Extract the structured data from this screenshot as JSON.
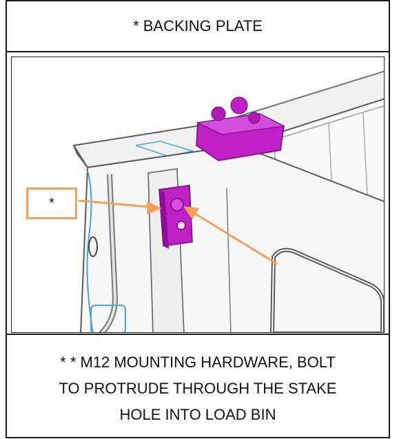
{
  "header": {
    "title": "* BACKING PLATE"
  },
  "callout": {
    "label": "*"
  },
  "footer": {
    "lines": [
      "* * M12 MOUNTING HARDWARE, BOLT",
      "TO PROTRUDE THROUGH THE STAKE",
      "HOLE INTO LOAD BIN"
    ]
  },
  "colors": {
    "arrow": "#f4a057",
    "hardware": "#c020c8",
    "outline": "#5a5a5a",
    "wire": "#4aa3df"
  }
}
